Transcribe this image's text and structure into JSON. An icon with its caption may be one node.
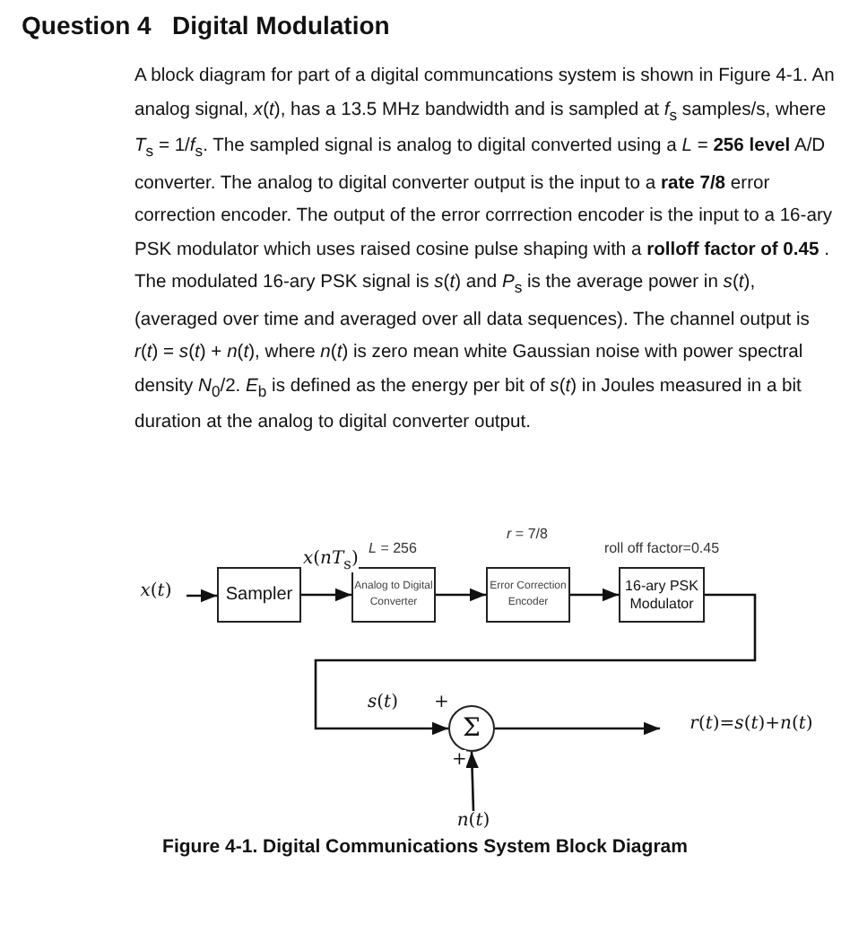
{
  "diagram": {
    "title": "Question 4   Digital Modulation",
    "caption": "Figure 4-1. Digital Communications System Block Diagram",
    "nodes": [
      {
        "text": [
          "*x*(*t*)"
        ]
      },
      {
        "text": [
          "Sampler"
        ]
      },
      {
        "text": [
          "Analog to Digital Converter"
        ],
        "beside": [
          "*L* = 256"
        ]
      },
      {
        "text": [
          "Error Correction Encoder"
        ],
        "beside": [
          "*r* = 7/8"
        ]
      },
      {
        "text": [
          "16-ary PSK Modulator"
        ],
        "beside": [
          "roll off factor=0.45"
        ]
      },
      {
        "text": [
          "Σ"
        ]
      },
      {
        "text": [
          "*r*(*t*)=*s*(*t*)+*n*(*t*)"
        ]
      },
      {
        "text": [
          "*n*(*t*)"
        ]
      }
    ],
    "edges": [
      {
        "from": 0,
        "to": 1,
        "arrow": "to"
      },
      {
        "from": 1,
        "to": 2,
        "arrow": "to",
        "label": "*x*(*nT*$_{s}$)"
      },
      {
        "from": 2,
        "to": 3,
        "arrow": "to"
      },
      {
        "from": 3,
        "to": 4,
        "arrow": "to"
      },
      {
        "from": 4,
        "to": 5,
        "arrow": "to",
        "label": "*s*(*t*)"
      },
      {
        "from": 5,
        "to": 6,
        "arrow": "to"
      },
      {
        "from": 7,
        "to": 5,
        "arrow": "to"
      }
    ],
    "labels": [
      "A block diagram for part of a digital communcations system is shown in Figure 4-1. An analog signal, *x*(*t*), has a 13.5 MHz bandwidth and is sampled at *f*$_{s}$ samples/s, where *T*$_{s}$ = 1/*f*$_{s}$. The sampled signal is analog to digital converted using a *L* = **256 level** A/D converter. The analog to digital converter output is the input to a **rate 7/8** error correction encoder. The output of the error corrrection encoder is the input to a 16-ary PSK modulator which uses raised cosine pulse shaping with a **rolloff factor of 0.45** . The modulated 16-ary PSK signal is *s*(*t*) and *P*$_{s}$ is the average power in *s*(*t*), (averaged over time and averaged over all data sequences). The channel output is *r*(*t*) = *s*(*t*) + *n*(*t*), where *n*(*t*) is zero mean white Gaussian noise with power spectral density *N*$_{0}$/2. *E*$_{b}$ is defined as the energy per bit of *s*(*t*) in Joules measured in a bit duration at the analog to digital converter output.",
      "+",
      "+"
    ]
  }
}
